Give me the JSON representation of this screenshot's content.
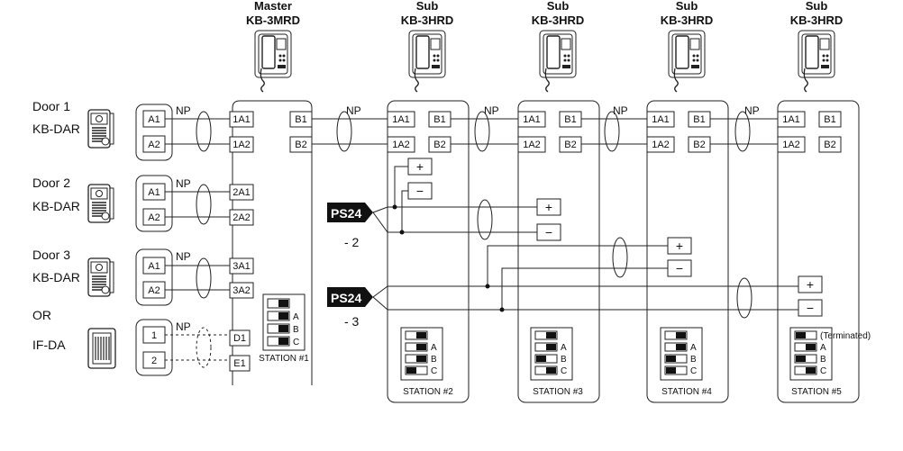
{
  "master": {
    "role": "Master",
    "model": "KB-3MRD",
    "station": "STATION #1"
  },
  "subs": [
    {
      "role": "Sub",
      "model": "KB-3HRD",
      "station": "STATION #2"
    },
    {
      "role": "Sub",
      "model": "KB-3HRD",
      "station": "STATION #3"
    },
    {
      "role": "Sub",
      "model": "KB-3HRD",
      "station": "STATION #4"
    },
    {
      "role": "Sub",
      "model": "KB-3HRD",
      "station": "STATION #5"
    }
  ],
  "doors": [
    {
      "name": "Door 1",
      "model": "KB-DAR"
    },
    {
      "name": "Door 2",
      "model": "KB-DAR"
    },
    {
      "name": "Door 3",
      "model": "KB-DAR"
    }
  ],
  "or_label": "OR",
  "ifda": {
    "model": "IF-DA",
    "t1": "1",
    "t2": "2"
  },
  "np": "NP",
  "door_terms": {
    "a1": "A1",
    "a2": "A2"
  },
  "master_terms": [
    "1A1",
    "1A2",
    "2A1",
    "2A2",
    "3A1",
    "3A2",
    "D1",
    "E1"
  ],
  "sub_terms": {
    "a1": "1A1",
    "a2": "1A2",
    "b1": "B1",
    "b2": "B2"
  },
  "power": [
    {
      "label": "PS24",
      "suffix": "- 2"
    },
    {
      "label": "PS24",
      "suffix": "- 3"
    }
  ],
  "plus": "+",
  "minus": "−",
  "switch_labels": [
    "A",
    "B",
    "C"
  ],
  "terminated": "(Terminated)"
}
